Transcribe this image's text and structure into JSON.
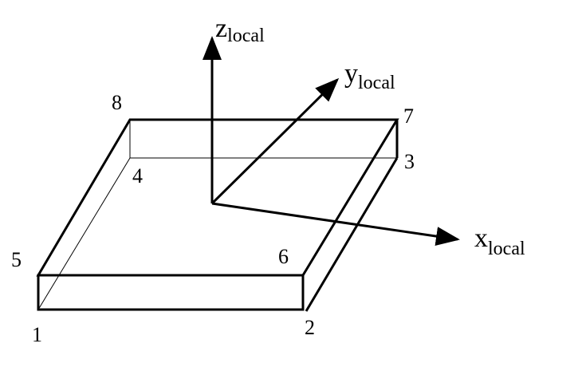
{
  "nodes": [
    {
      "id": "1",
      "label": "1"
    },
    {
      "id": "2",
      "label": "2"
    },
    {
      "id": "3",
      "label": "3"
    },
    {
      "id": "4",
      "label": "4"
    },
    {
      "id": "5",
      "label": "5"
    },
    {
      "id": "6",
      "label": "6"
    },
    {
      "id": "7",
      "label": "7"
    },
    {
      "id": "8",
      "label": "8"
    }
  ],
  "axes": {
    "x": {
      "main": "x",
      "sub": "local"
    },
    "y": {
      "main": "y",
      "sub": "local"
    },
    "z": {
      "main": "z",
      "sub": "local"
    }
  },
  "colors": {
    "stroke": "#000000",
    "background": "#ffffff"
  }
}
